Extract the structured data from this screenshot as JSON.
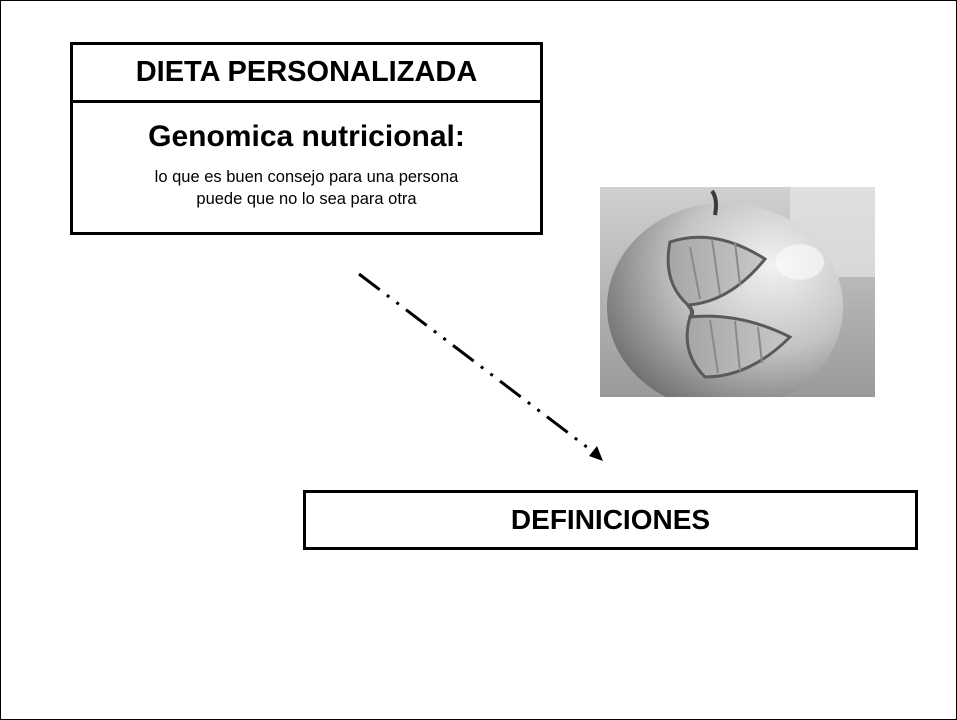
{
  "slide": {
    "title": "DIETA PERSONALIZADA",
    "subheading": "Genomica nutricional:",
    "description_line1": "lo que es buen consejo para una persona",
    "description_line2": "puede que no lo sea para otra",
    "definitions_label": "DEFINICIONES"
  },
  "image": {
    "subject": "apple-with-dna-helix"
  },
  "colors": {
    "border": "#000000",
    "background": "#ffffff"
  }
}
